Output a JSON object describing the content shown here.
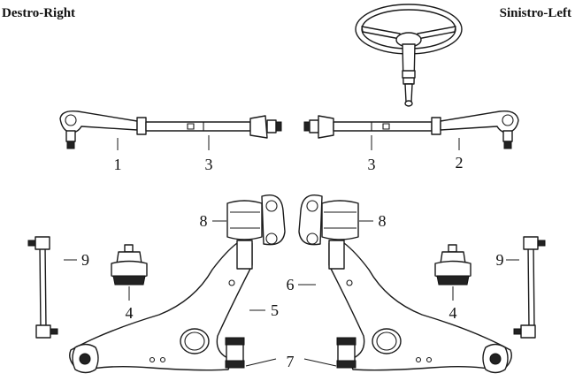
{
  "headings": {
    "right": "Destro-Right",
    "left": "Sinistro-Left"
  },
  "callouts": {
    "c1": "1",
    "c2": "2",
    "c3_right": "3",
    "c3_left": "3",
    "c4_right": "4",
    "c4_left": "4",
    "c5": "5",
    "c6": "6",
    "c7": "7",
    "c8_right": "8",
    "c8_left": "8",
    "c9_right": "9",
    "c9_left": "9"
  }
}
